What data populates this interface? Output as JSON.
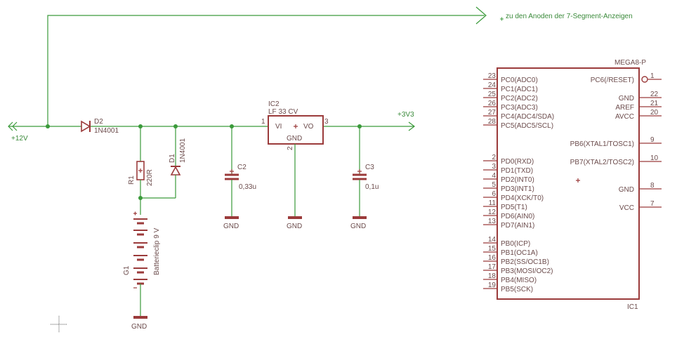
{
  "nets": {
    "anode_note": "zu den Anoden der 7-Segment-Anzeigen",
    "in_12v": "+12V",
    "out_3v3": "+3V3"
  },
  "gnd_label": "GND",
  "parts": {
    "d2": {
      "name": "D2",
      "value": "1N4001"
    },
    "d1": {
      "name": "D1",
      "value": "1N4001"
    },
    "r1": {
      "name": "R1",
      "value": "220R"
    },
    "g1": {
      "name": "G1",
      "value": "Batterieclip 9 V"
    },
    "c2": {
      "name": "C2",
      "value": "0,33u"
    },
    "c3": {
      "name": "C3",
      "value": "0,1u"
    },
    "ic2": {
      "name": "IC2",
      "value": "LF 33 CV",
      "pin_vi": "VI",
      "pin_vo": "VO",
      "pin_gnd": "GND",
      "pin1": "1",
      "pin2": "2",
      "pin3": "3"
    },
    "ic1": {
      "name": "IC1",
      "value": "MEGA8-P"
    }
  },
  "ic1_left_pins": [
    {
      "num": "23",
      "name": "PC0(ADC0)"
    },
    {
      "num": "24",
      "name": "PC1(ADC1)"
    },
    {
      "num": "25",
      "name": "PC2(ADC2)"
    },
    {
      "num": "26",
      "name": "PC3(ADC3)"
    },
    {
      "num": "27",
      "name": "PC4(ADC4/SDA)"
    },
    {
      "num": "28",
      "name": "PC5(ADC5/SCL)"
    },
    {
      "num": "2",
      "name": "PD0(RXD)"
    },
    {
      "num": "3",
      "name": "PD1(TXD)"
    },
    {
      "num": "4",
      "name": "PD2(INT0)"
    },
    {
      "num": "5",
      "name": "PD3(INT1)"
    },
    {
      "num": "6",
      "name": "PD4(XCK/T0)"
    },
    {
      "num": "11",
      "name": "PD5(T1)"
    },
    {
      "num": "12",
      "name": "PD6(AIN0)"
    },
    {
      "num": "13",
      "name": "PD7(AIN1)"
    },
    {
      "num": "14",
      "name": "PB0(ICP)"
    },
    {
      "num": "15",
      "name": "PB1(OC1A)"
    },
    {
      "num": "16",
      "name": "PB2(SS/OC1B)"
    },
    {
      "num": "17",
      "name": "PB3(MOSI/OC2)"
    },
    {
      "num": "18",
      "name": "PB4(MISO)"
    },
    {
      "num": "19",
      "name": "PB5(SCK)"
    }
  ],
  "ic1_right_pins": [
    {
      "num": "1",
      "name": "PC6(/RESET)"
    },
    {
      "num": "22",
      "name": "GND"
    },
    {
      "num": "21",
      "name": "AREF"
    },
    {
      "num": "20",
      "name": "AVCC"
    },
    {
      "num": "9",
      "name": "PB6(XTAL1/TOSC1)"
    },
    {
      "num": "10",
      "name": "PB7(XTAL2/TOSC2)"
    },
    {
      "num": "8",
      "name": "GND"
    },
    {
      "num": "7",
      "name": "VCC"
    }
  ]
}
